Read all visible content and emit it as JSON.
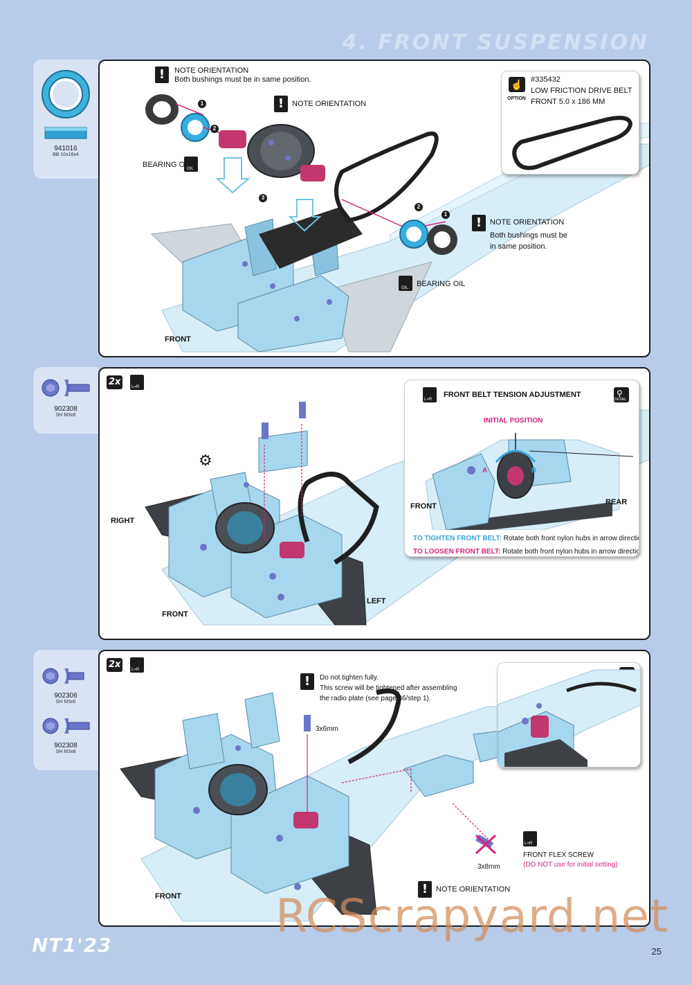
{
  "page": {
    "title": "4. FRONT SUSPENSION",
    "footer_logo": "NT1'23",
    "page_number": "25",
    "watermark": "RCScrapyard.net"
  },
  "colors": {
    "background": "#b8cbe9",
    "panel": "#ffffff",
    "accent_pink": "#d5237e",
    "accent_cyan": "#3aa3d6",
    "part_blue": "#a6d7ef"
  },
  "step1": {
    "part": {
      "code": "941016",
      "desc": "BB 10x16x4"
    },
    "note1_title": "NOTE ORIENTATION",
    "note1_text": "Both bushings must be in same position.",
    "note2": "NOTE ORIENTATION",
    "note3_title": "NOTE ORIENTATION",
    "note3_line1": "Both bushings must be",
    "note3_line2": "in same position.",
    "bearing_oil_1": "BEARING OIL",
    "bearing_oil_2": "BEARING OIL",
    "oil_icon": "OIL",
    "n1": "1",
    "n2": "2",
    "n3": "3",
    "n4": "2",
    "n5": "1",
    "front": "FRONT",
    "option": {
      "icon_label": "OPTION",
      "code": "#335432",
      "line1": "LOW FRICTION DRIVE BELT",
      "line2": "FRONT 5.0 x 186 MM"
    }
  },
  "step2": {
    "part": {
      "code": "902308",
      "desc": "SH M3x8"
    },
    "qty": "2x",
    "lr_icon": "L=R",
    "right": "RIGHT",
    "left": "LEFT",
    "front": "FRONT",
    "inset": {
      "title": "FRONT BELT TENSION ADJUSTMENT",
      "detail_icon": "DETAIL",
      "initial_position": "INITIAL POSITION",
      "a": "A",
      "b": "B",
      "front": "FRONT",
      "rear": "REAR",
      "tighten_label": "TO TIGHTEN FRONT BELT:",
      "tighten_text": "Rotate both front nylon hubs in arrow direction",
      "tighten_dir": "B",
      "loosen_label": "TO LOOSEN FRONT BELT:",
      "loosen_text": "Rotate both front nylon hubs in arrow direction",
      "loosen_dir": "A"
    }
  },
  "step3": {
    "part_a": {
      "code": "902306",
      "desc": "SH M3x6"
    },
    "part_b": {
      "code": "902308",
      "desc": "SH M3x8"
    },
    "qty": "2x",
    "lr_icon": "L=R",
    "note_line1": "Do not tighten fully.",
    "note_line2": "This screw will be tightened after assembling",
    "note_line3": "the radio plate (see page 36/step 1).",
    "screw_1": "3x6mm",
    "screw_2": "3x8mm",
    "flex_title": "FRONT FLEX SCREW",
    "flex_note": "(DO NOT use for initial setting)",
    "note_orientation": "NOTE ORIENTATION",
    "front": "FRONT",
    "detail_icon": "DETAIL"
  }
}
